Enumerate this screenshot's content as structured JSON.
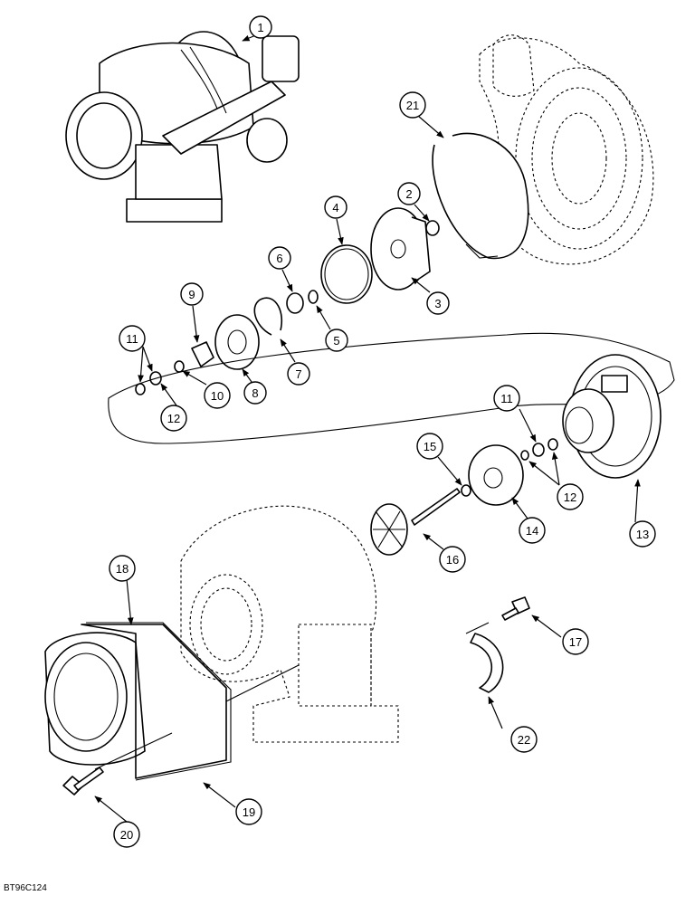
{
  "figure_code": "BT96C124",
  "callouts": [
    "1",
    "2",
    "3",
    "4",
    "5",
    "6",
    "7",
    "8",
    "9",
    "10",
    "11",
    "12",
    "11",
    "12",
    "13",
    "14",
    "15",
    "16",
    "17",
    "18",
    "19",
    "20",
    "21",
    "22"
  ]
}
